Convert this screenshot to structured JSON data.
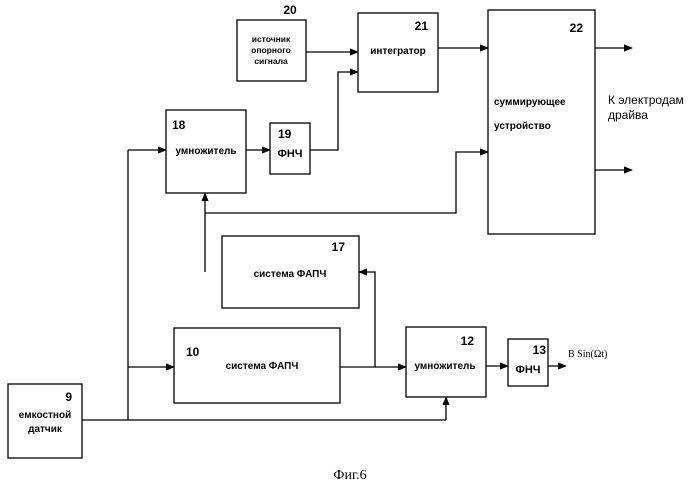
{
  "blocks": {
    "b9": {
      "number": "9",
      "lines": [
        "емкостной",
        "датчик"
      ]
    },
    "b10": {
      "number": "10",
      "lines": [
        "система ФАПЧ"
      ]
    },
    "b12": {
      "number": "12",
      "lines": [
        "умножитель"
      ]
    },
    "b13": {
      "number": "13",
      "lines": [
        "ФНЧ"
      ]
    },
    "b17": {
      "number": "17",
      "lines": [
        "система ФАПЧ"
      ]
    },
    "b18": {
      "number": "18",
      "lines": [
        "умножитель"
      ]
    },
    "b19": {
      "number": "19",
      "lines": [
        "ФНЧ"
      ]
    },
    "b20": {
      "number": "20",
      "lines": [
        "источник",
        "опорного",
        "сигнала"
      ]
    },
    "b21": {
      "number": "21",
      "lines": [
        "интегратор"
      ]
    },
    "b22": {
      "number": "22",
      "lines": [
        "суммирующее",
        "устройство"
      ]
    }
  },
  "output_label": [
    "К электродам",
    "драйва"
  ],
  "signal_label": "B Sin(Ωt)",
  "caption": "Фиг.6"
}
